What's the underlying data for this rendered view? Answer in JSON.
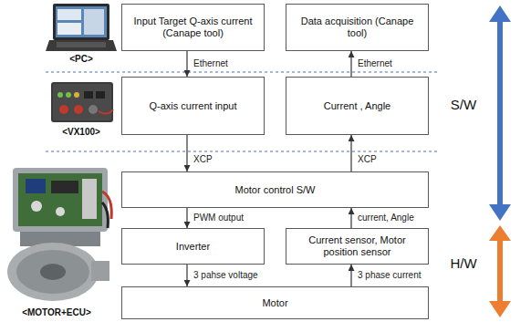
{
  "diagram": {
    "nodes": [
      {
        "text": [
          "Input Target Q-axis current (Canape tool)"
        ]
      },
      {
        "text": [
          "Data acquisition (Canape tool)"
        ]
      },
      {
        "text": [
          "Q-axis current input"
        ]
      },
      {
        "text": [
          "Current , Angle"
        ]
      },
      {
        "text": [
          "Motor control S/W"
        ]
      },
      {
        "text": [
          "Inverter"
        ]
      },
      {
        "text": [
          "Current sensor, Motor position sensor"
        ]
      },
      {
        "text": [
          "Motor"
        ]
      }
    ],
    "edges": [
      {
        "from": 0,
        "to": 2,
        "arrow": "to",
        "label": "Ethernet"
      },
      {
        "from": 3,
        "to": 1,
        "arrow": "to",
        "label": "Ethernet"
      },
      {
        "from": 2,
        "to": 4,
        "arrow": "to",
        "label": "XCP"
      },
      {
        "from": 4,
        "to": 3,
        "arrow": "to",
        "label": "XCP"
      },
      {
        "from": 4,
        "to": 5,
        "arrow": "to",
        "label": "PWM output"
      },
      {
        "from": 6,
        "to": 4,
        "arrow": "to",
        "label": "current, Angle"
      },
      {
        "from": 5,
        "to": 7,
        "arrow": "to",
        "label": "3 pahse voltage"
      },
      {
        "from": 7,
        "to": 6,
        "arrow": "to",
        "label": "3 phase current"
      }
    ],
    "labels": [
      "<PC>",
      "<VX100>",
      "<MOTOR+ECU>",
      "S/W",
      "H/W"
    ]
  }
}
